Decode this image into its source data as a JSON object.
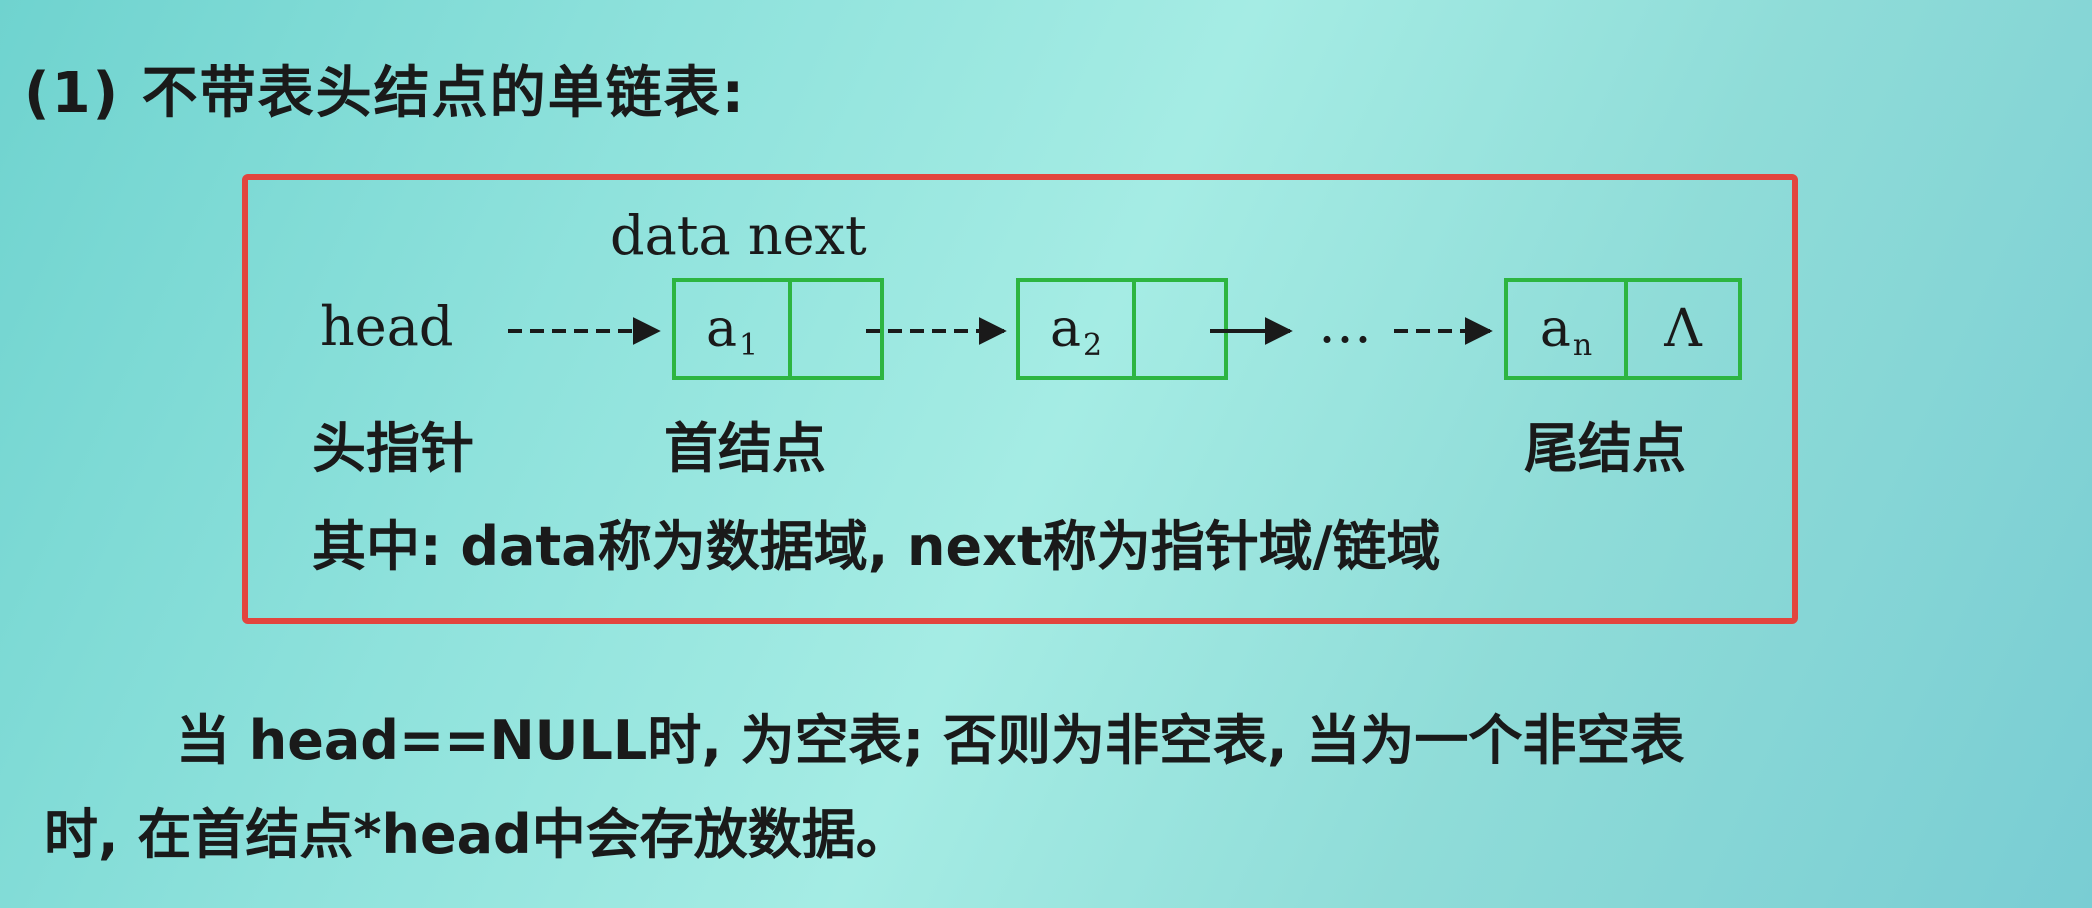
{
  "title": "(1) 不带表头结点的单链表:",
  "diagram": {
    "field_labels": "data next",
    "head_label": "head",
    "head_caption": "头指针",
    "first_caption": "首结点",
    "tail_caption": "尾结点",
    "ellipsis": "…",
    "nodes": [
      {
        "base": "a",
        "sub": "1",
        "next": ""
      },
      {
        "base": "a",
        "sub": "2",
        "next": ""
      },
      {
        "base": "a",
        "sub": "n",
        "next": "Λ"
      }
    ],
    "note": "其中: data称为数据域, next称为指针域/链域"
  },
  "paragraph": {
    "line1": "当 head==NULL时, 为空表; 否则为非空表, 当为一个非空表",
    "line2": "时, 在首结点*head中会存放数据。"
  },
  "colors": {
    "frame": "#e2453e",
    "node_border": "#2db541"
  }
}
